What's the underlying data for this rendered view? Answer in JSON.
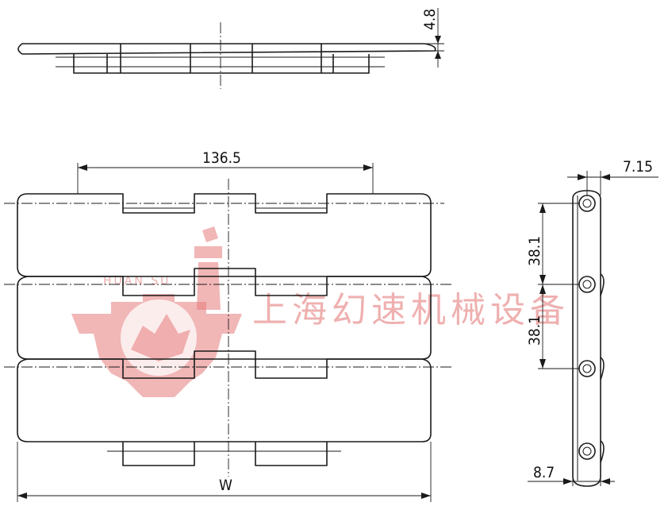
{
  "dimensions": {
    "plate_thickness": "4.8",
    "top_width": "136.5",
    "pin_offset": "7.15",
    "pitch_1": "38.1",
    "pitch_2": "38.1",
    "side_thickness": "8.7",
    "overall_width": "W"
  },
  "watermark": {
    "latin": "HUAN SU",
    "chinese": "上海幻速机械设备"
  }
}
